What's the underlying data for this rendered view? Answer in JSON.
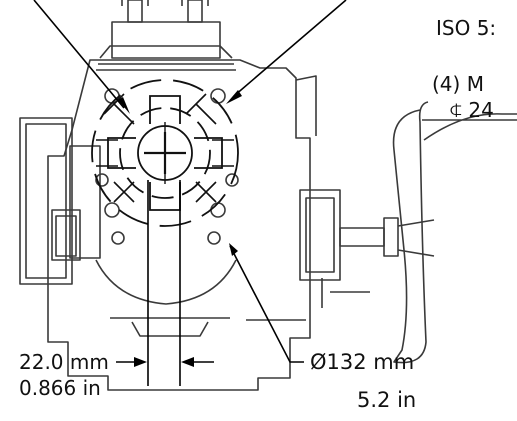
{
  "callouts": {
    "iso_flange": "ISO 5:",
    "bolt_count": "(4) M",
    "bolt_depth": "⍧ 24",
    "bore_width_mm": "22.0 mm",
    "bore_width_in": "0.866 in",
    "pcd_mm": "Ø132 mm",
    "pcd_in": "5.2 in"
  },
  "colors": {
    "line": "#1a1a1a",
    "body": "#3a3a3a",
    "paper": "#ffffff"
  }
}
